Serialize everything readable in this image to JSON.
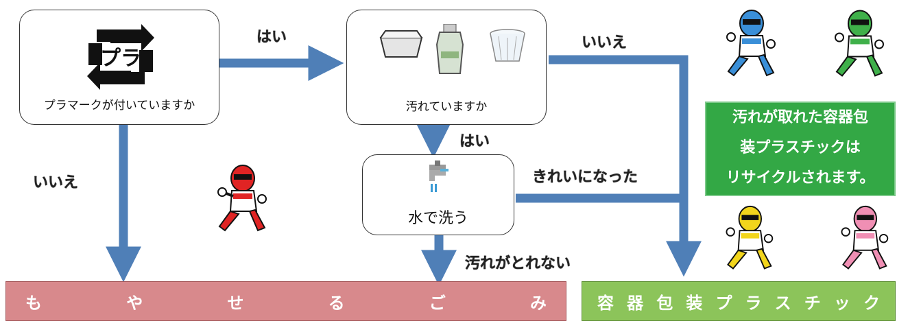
{
  "nodes": {
    "plamark": {
      "label": "プラマークが付いていますか",
      "icon_text": "プラ"
    },
    "dirty": {
      "label": "汚れていますか"
    },
    "wash": {
      "label": "水で洗う"
    }
  },
  "edges": {
    "plamark_yes": "はい",
    "plamark_no": "いいえ",
    "dirty_yes": "はい",
    "dirty_no": "いいえ",
    "wash_clean": "きれいになった",
    "wash_dirty": "汚れがとれない"
  },
  "bins": {
    "burnable": {
      "chars": [
        "も",
        "や",
        "せ",
        "る",
        "ご",
        "み"
      ],
      "color": "#d8898c"
    },
    "plastic": {
      "chars": [
        "容",
        "器",
        "包",
        "装",
        "プ",
        "ラ",
        "ス",
        "チ",
        "ッ",
        "ク"
      ],
      "color": "#8cc45a"
    }
  },
  "note": {
    "lines": [
      "汚れが取れた容器包",
      "装プラスチックは",
      "リサイクルされます。"
    ],
    "color": "#33a845"
  },
  "colors": {
    "arrow": "#4f7fb7",
    "arrow_edge": "#2f5a8f"
  }
}
